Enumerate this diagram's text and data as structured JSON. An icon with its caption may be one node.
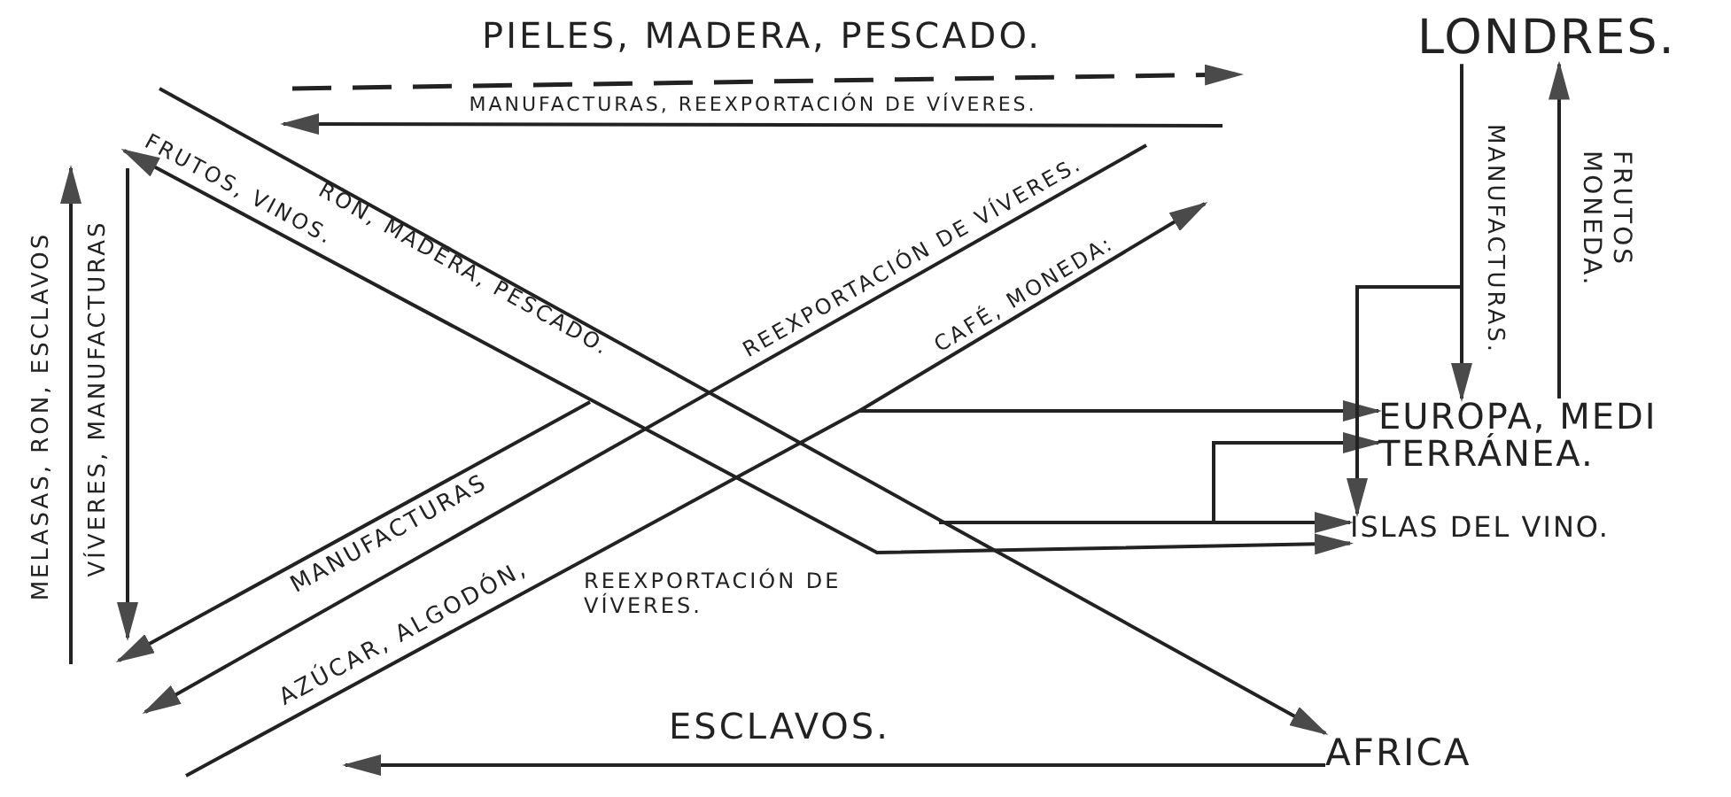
{
  "diagram": {
    "nodes": [
      {
        "text": [
          "LONDRES."
        ]
      },
      {
        "text": [
          "EUROPA, MEDI TERRÁNEA."
        ]
      },
      {
        "text": [
          "ISLAS DEL VINO."
        ]
      },
      {
        "text": [
          "AFRICA"
        ]
      }
    ],
    "edges": [
      {
        "from": null,
        "to": 3,
        "arrow": "to",
        "label": "RON, MADERA, PESCADO."
      },
      {
        "from": null,
        "to": 2,
        "arrow": "both",
        "label": "FRUTOS, VINOS."
      },
      {
        "from": null,
        "to": 1,
        "arrow": "to",
        "label": "AZÚCAR, ALGODÓN,"
      },
      {
        "from": null,
        "to": 1,
        "arrow": "to"
      },
      {
        "from": null,
        "to": 2,
        "arrow": "to"
      },
      {
        "from": 0,
        "to": 1,
        "arrow": "to",
        "label": "MANUFACTURAS."
      },
      {
        "from": 0,
        "to": 2,
        "arrow": "to"
      },
      {
        "from": 1,
        "to": 0,
        "arrow": "to",
        "label": "FRUTOS MONEDA."
      },
      {
        "from": 3,
        "to": null,
        "arrow": "to",
        "label": "ESCLAVOS."
      }
    ],
    "labels": [
      "PIELES, MADERA, PESCADO.",
      "MANUFACTURAS, REEXPORTACIÓN DE VÍVERES.",
      "REEXPORTACIÓN DE VÍVERES.",
      "CAFÉ, MONEDA:",
      "MELASAS, RON, ESCLAVOS",
      "VÍVERES, MANUFACTURAS",
      "MANUFACTURAS",
      "REEXPORTACIÓN DE VÍVERES."
    ]
  }
}
